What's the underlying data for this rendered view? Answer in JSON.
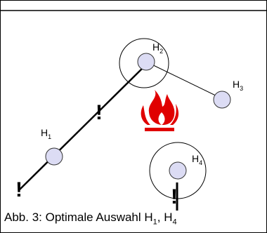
{
  "colors": {
    "frame": "#000000",
    "node_fill": "#dcdcf4",
    "node_stroke": "#333333",
    "flame": "#e00000",
    "text": "#000000"
  },
  "nodes": [
    {
      "label": "H",
      "sub": "1"
    },
    {
      "label": "H",
      "sub": "2"
    },
    {
      "label": "H",
      "sub": "3"
    },
    {
      "label": "H",
      "sub": "4"
    }
  ],
  "warnings": [
    "!",
    "!",
    "!"
  ],
  "fire_icon": "fire-hazard-icon",
  "caption": {
    "prefix": "Abb. 3: Optimale Auswahl H",
    "sub1": "1",
    "sep": ", H",
    "sub2": "4"
  }
}
